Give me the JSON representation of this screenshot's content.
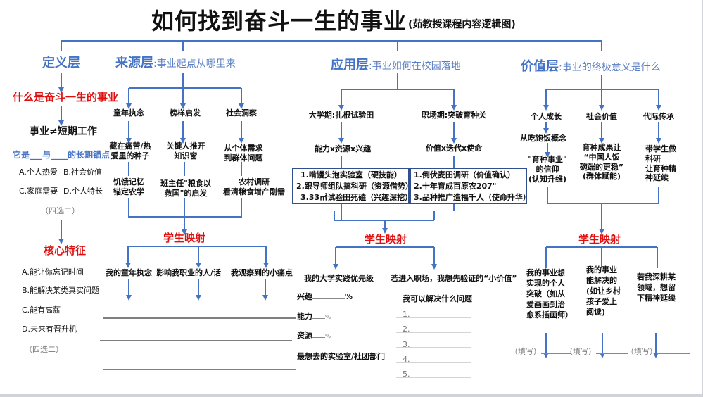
{
  "title": "如何找到奋斗一生的事业",
  "subtitle": "(茹教授课程内容逻辑图)",
  "colors": {
    "line": "#4472c4",
    "layer": "#4472c4",
    "highlight": "#e01010",
    "box_border": "#2f4f8f"
  },
  "definition": {
    "layer": "定义层",
    "question": "什么是奋斗一生的事业",
    "statement": "事业≠短期工作",
    "anchor_prompt": "它是___与____的长期锚点",
    "anchor_options": [
      "A.个人热爱",
      "B.社会价值",
      "C.家庭需要",
      "D.个人特长"
    ],
    "anchor_choose": "（四选二）",
    "core_title": "核心特征",
    "core_options": [
      "A.能让你忘记时间",
      "B.能解决某类真实问题",
      "C.能有高薪",
      "D.未来有晋升机"
    ],
    "core_choose": "（四选二）"
  },
  "source": {
    "layer": "来源层",
    "layer_sub": ":事业起点从哪里来",
    "branches": [
      {
        "label": "童年执念",
        "detail": "藏在痛苦/热\n爱里的种子",
        "example": "饥饿记忆\n锚定农学"
      },
      {
        "label": "榜样启发",
        "detail": "关键人推开\n知识窗",
        "example": "班主任\"粮食以\n救国\"的启发"
      },
      {
        "label": "社会洞察",
        "detail": "从个体需求\n到群体问题",
        "example": "农村调研\n看清粮食增产刚需"
      }
    ],
    "mapping_title": "学生映射",
    "mapping": [
      "我的童年执念",
      "影响我职业的人/话",
      "我观察到的小痛点"
    ]
  },
  "application": {
    "layer": "应用层",
    "layer_sub": ":事业如何在校园落地",
    "branches": [
      {
        "label": "大学期:扎根试验田",
        "formula": "能力x资源x兴趣",
        "steps": [
          "1.啃馒头泡实验室（硬技能）",
          "2.跟导师组队搞科研（资源借势）",
          "3.33㎡试验田死磕（兴趣深挖）"
        ]
      },
      {
        "label": "职场期:突破育种关",
        "formula": "价值x迭代x使命",
        "steps": [
          "1.倒伏麦田调研（价值确认）",
          "2.十年育成百原农207\"",
          "3.品种推广造福千人（使命升华）"
        ]
      }
    ],
    "mapping_title": "学生映射",
    "mapping": [
      "我的大学实践优先级",
      "若进入职场，我想先验证的“小价值”"
    ],
    "priority": [
      {
        "label": "兴趣",
        "unit": "%"
      },
      {
        "label": "能力",
        "unit": "%"
      },
      {
        "label": "资源",
        "unit": "%"
      }
    ],
    "lab_prompt": "最想去的实验室/社团部门",
    "problems_prompt": "我可以解决什么问题",
    "problem_numbers": [
      "1.",
      "2.",
      "3.",
      "4.",
      "5."
    ]
  },
  "value": {
    "layer": "价值层",
    "layer_sub": ":事业的终极意义是什么",
    "branches": [
      {
        "label": "个人成长",
        "detail_a": "从吃饱饭概念",
        "detail_b": "\"育种事业\"\n的信仰\n(认知升维)"
      },
      {
        "label": "社会价值",
        "detail_b": "育种成果让\n“中国人饭\n碗端的更稳”\n(群体赋能)"
      },
      {
        "label": "代际传承",
        "detail_b": "带学生做\n科研\n让育种精\n神延续"
      }
    ],
    "mapping_title": "学生映射",
    "mapping": [
      "我的事业想\n实现的个人\n突破（如从\n爱画画到治\n愈系插画师）",
      "我的事业\n能解决的\n(如让乡村\n孩子爱上\n阅读)",
      "若我深耕某\n领域，想留\n下精神延续"
    ],
    "fill_label": "（填写）"
  }
}
